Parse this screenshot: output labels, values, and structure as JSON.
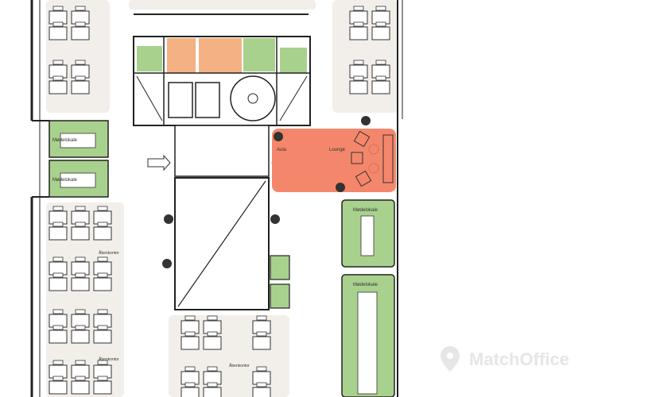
{
  "plan": {
    "rooms": {
      "meeting_left_top": "Mødelokale",
      "meeting_left_bottom": "Mødelokale",
      "meeting_right_top": "Mødelokale",
      "meeting_right_bottom": "Mødelokale",
      "aula": "Aula",
      "lounge": "Lounge",
      "open_office_left": "Åbenkontor",
      "open_office_left_2": "Åbenkontor",
      "open_office_bottom": "Åbenkontor"
    },
    "colors": {
      "meeting": "#a9d18e",
      "toilet": "#f4b183",
      "lounge": "#f4876b",
      "office_zone": "#f2eeea",
      "wall": "#222222"
    }
  },
  "watermark": {
    "text": "MatchOffice",
    "icon": "location-pin-icon"
  }
}
